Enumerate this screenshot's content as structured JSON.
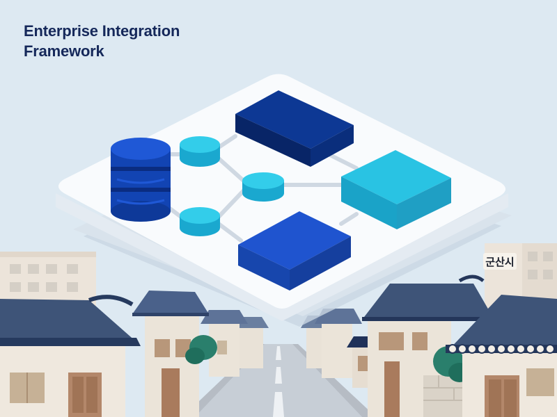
{
  "headline": {
    "line1": "Enterprise Integration",
    "line2": "Framework"
  },
  "sign": {
    "text": "군산시"
  },
  "colors": {
    "sky": "#dde9f2",
    "title": "#15285a",
    "platform": "#f9fbfd",
    "dark_navy": "#0a2e80",
    "royal_blue": "#1f54cf",
    "cyan": "#27c5e6",
    "roof_slate": "#3e5478",
    "wall": "#ece6dc",
    "road": "#c4cbd3"
  }
}
